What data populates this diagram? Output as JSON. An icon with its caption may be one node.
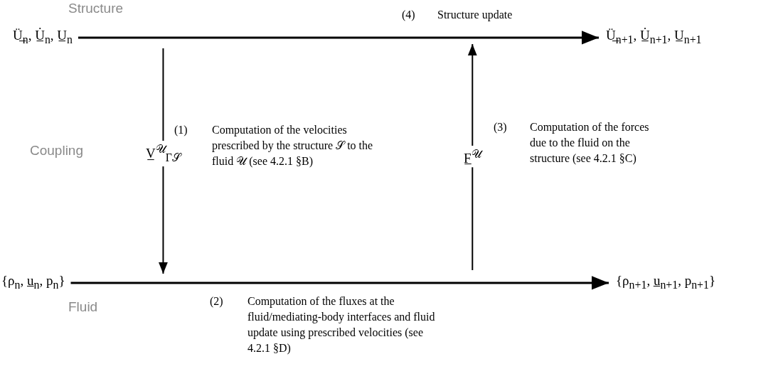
{
  "diagram": {
    "nodes": [
      {
        "text": [
          "Ü̲$_{n}$, U̲̇$_{n}$, U̲$_{n}$"
        ]
      },
      {
        "text": [
          "Ü̲$_{n+1}$, U̲̇$_{n+1}$, U̲$_{n+1}$"
        ]
      },
      {
        "text": [
          "{ρ$_{n}$, u̲$_{n}$, p$_{n}$}"
        ]
      },
      {
        "text": [
          "{ρ$_{n+1}$, u̲$_{n+1}$, p$_{n+1}$}"
        ]
      },
      {
        "text": [
          "V̲$^{𝒰}$$_{Γ𝒮}$"
        ]
      },
      {
        "text": [
          "F̲$^{𝒰}$"
        ]
      }
    ],
    "edges": [
      {
        "from": 0,
        "to": 1,
        "arrow": "to"
      },
      {
        "from": 2,
        "to": 3,
        "arrow": "to"
      },
      {
        "from": null,
        "to": 4,
        "arrow": "none"
      },
      {
        "from": 4,
        "to": null,
        "arrow": "to"
      },
      {
        "from": null,
        "to": 5,
        "arrow": "none"
      },
      {
        "from": 5,
        "to": null,
        "arrow": "to"
      }
    ],
    "labels": [
      "Structure",
      "(4)",
      "Structure update",
      "Coupling",
      "(1)",
      "Computation of the velocities prescribed by the structure 𝒮 to the fluid 𝒰 (see 4.2.1 §B)",
      "(3)",
      "Computation of the forces due to the fluid on the structure (see 4.2.1 §C)",
      "Fluid",
      "(2)",
      "Computation of the fluxes at the fluid/mediating-body interfaces and fluid update using prescribed velocities (see 4.2.1 §D)"
    ]
  }
}
